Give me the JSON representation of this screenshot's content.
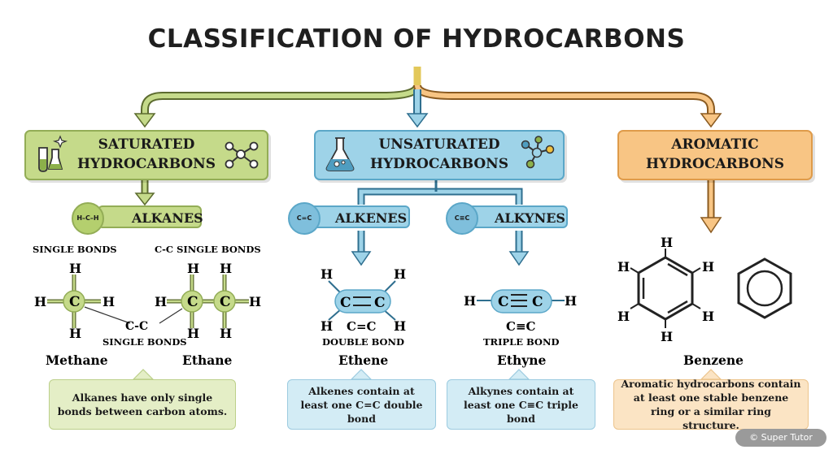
{
  "title": "CLASSIFICATION OF HYDROCARBONS",
  "categories": {
    "saturated": {
      "line1": "SATURATED",
      "line2": "HYDROCARBONS",
      "color": "#c5da8a"
    },
    "unsaturated": {
      "line1": "UNSATURATED",
      "line2": "HYDROCARBONS",
      "color": "#9ed3e8"
    },
    "aromatic": {
      "line1": "AROMATIC",
      "line2": "HYDROCARBONS",
      "color": "#f8c584"
    }
  },
  "subcategories": {
    "alkanes": {
      "label": "ALKANES",
      "badge": "H–C–H"
    },
    "alkenes": {
      "label": "ALKENES",
      "badge": "C=C"
    },
    "alkynes": {
      "label": "ALKYNES",
      "badge": "C≡C"
    }
  },
  "alkanes": {
    "single_bonds_label": "SINGLE BONDS",
    "cc_single_bonds_label": "C-C SINGLE BONDS",
    "cc_center_label": "C-C",
    "single_bonds_label_2": "SINGLE BONDS",
    "methane": "Methane",
    "ethane": "Ethane"
  },
  "alkenes": {
    "bond_formula": "C=C",
    "bond_label": "DOUBLE BOND",
    "name": "Ethene"
  },
  "alkynes": {
    "bond_formula": "C≡C",
    "bond_label": "TRIPLE BOND",
    "name": "Ethyne"
  },
  "aromatic": {
    "name": "Benzene"
  },
  "atoms": {
    "H": "H",
    "C": "C"
  },
  "notes": {
    "alkanes": "Alkanes have only single bonds between carbon atoms.",
    "alkenes": "Alkenes contain at least one C=C double bond",
    "alkynes": "Alkynes contain at least one C≡C triple bond",
    "aromatic": "Aromatic hydrocarbons contain at least one stable benzene ring or a similar ring structure."
  },
  "watermark": "© Super Tutor"
}
